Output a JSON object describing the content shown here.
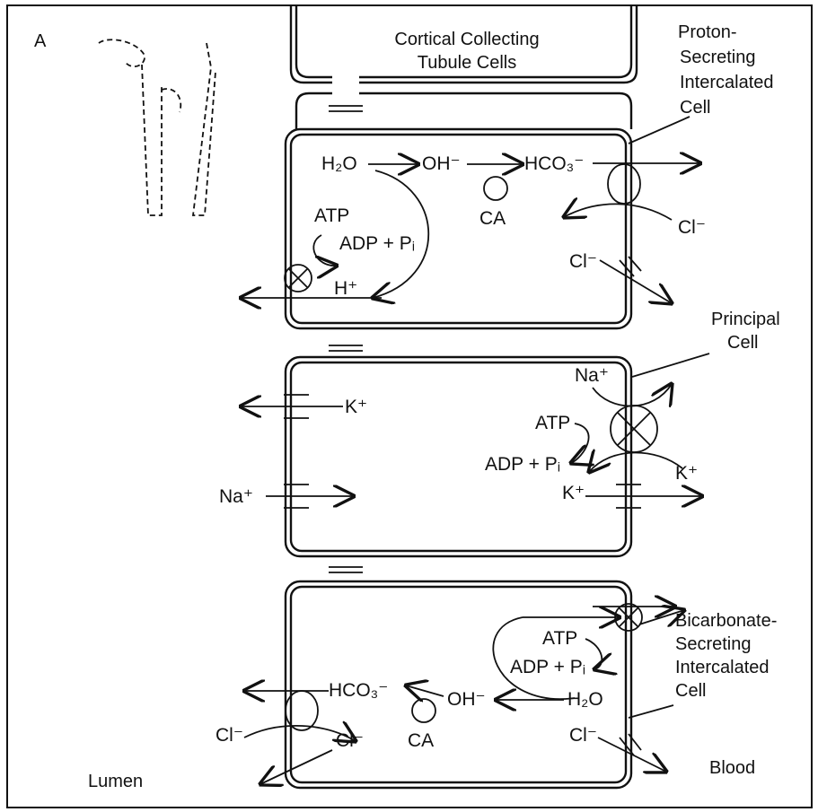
{
  "panel_letter": "A",
  "labels": {
    "title_line1": "Cortical Collecting",
    "title_line2": "Tubule Cells",
    "proton_line1": "Proton-",
    "proton_line2": "Secreting",
    "proton_line3": "Intercalated",
    "proton_line4": "Cell",
    "principal_line1": "Principal",
    "principal_line2": "Cell",
    "bicarb_line1": "Bicarbonate-",
    "bicarb_line2": "Secreting",
    "bicarb_line3": "Intercalated",
    "bicarb_line4": "Cell",
    "lumen": "Lumen",
    "blood": "Blood"
  },
  "proton_cell": {
    "h2o": "H₂O",
    "oh": "OH⁻",
    "hco3": "HCO₃⁻",
    "ca": "CA",
    "cl_exchange": "Cl⁻",
    "atp": "ATP",
    "adp": "ADP + Pᵢ",
    "h_plus": "H⁺",
    "cl_channel": "Cl⁻"
  },
  "principal_cell": {
    "k_lumen": "K⁺",
    "na_lumen": "Na⁺",
    "na_pump": "Na⁺",
    "atp": "ATP",
    "adp": "ADP + Pᵢ",
    "k_pump": "K⁺",
    "k_blood": "K⁺"
  },
  "bicarb_cell": {
    "atp": "ATP",
    "adp": "ADP + Pᵢ",
    "h2o": "H₂O",
    "oh": "OH⁻",
    "hco3": "HCO₃⁻",
    "ca": "CA",
    "cl_in": "Cl⁻",
    "cl_out": "Cl⁻",
    "cl_channel": "Cl⁻"
  }
}
